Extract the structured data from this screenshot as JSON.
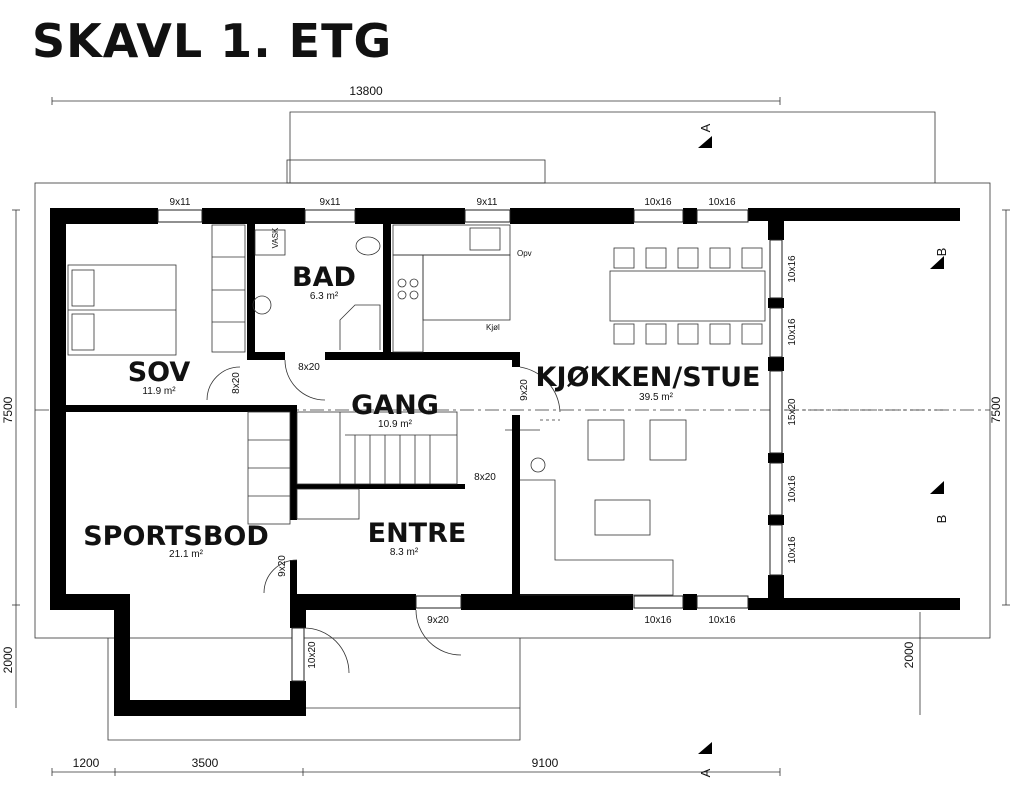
{
  "title": "SKAVL 1. ETG",
  "rooms": [
    {
      "name": "SOV",
      "area": "11.9 m²"
    },
    {
      "name": "BAD",
      "area": "6.3 m²"
    },
    {
      "name": "GANG",
      "area": "10.9 m²"
    },
    {
      "name": "KJØKKEN/STUE",
      "area": "39.5 m²"
    },
    {
      "name": "SPORTSBOD",
      "area": "21.1 m²"
    },
    {
      "name": "ENTRE",
      "area": "8.3 m²"
    }
  ],
  "dimensions": {
    "top": "13800",
    "left": "7500",
    "right": "7500",
    "left_lower": "2000",
    "right_lower": "2000",
    "bottom": [
      "1200",
      "3500",
      "9100"
    ]
  },
  "openings": {
    "top": [
      "9x11",
      "9x11",
      "9x11",
      "10x16",
      "10x16"
    ],
    "right": [
      "10x16",
      "10x16",
      "15x20",
      "10x16",
      "10x16"
    ],
    "bottom": [
      "9x20",
      "10x16",
      "10x16"
    ],
    "interior": [
      "8x20",
      "8x20",
      "9x20",
      "8x20",
      "9x20",
      "10x20"
    ]
  },
  "fixtures": {
    "vask": "VASK",
    "opv": "Opv",
    "kjol": "Kjøl"
  },
  "sections": {
    "a": "A",
    "b": "B"
  }
}
